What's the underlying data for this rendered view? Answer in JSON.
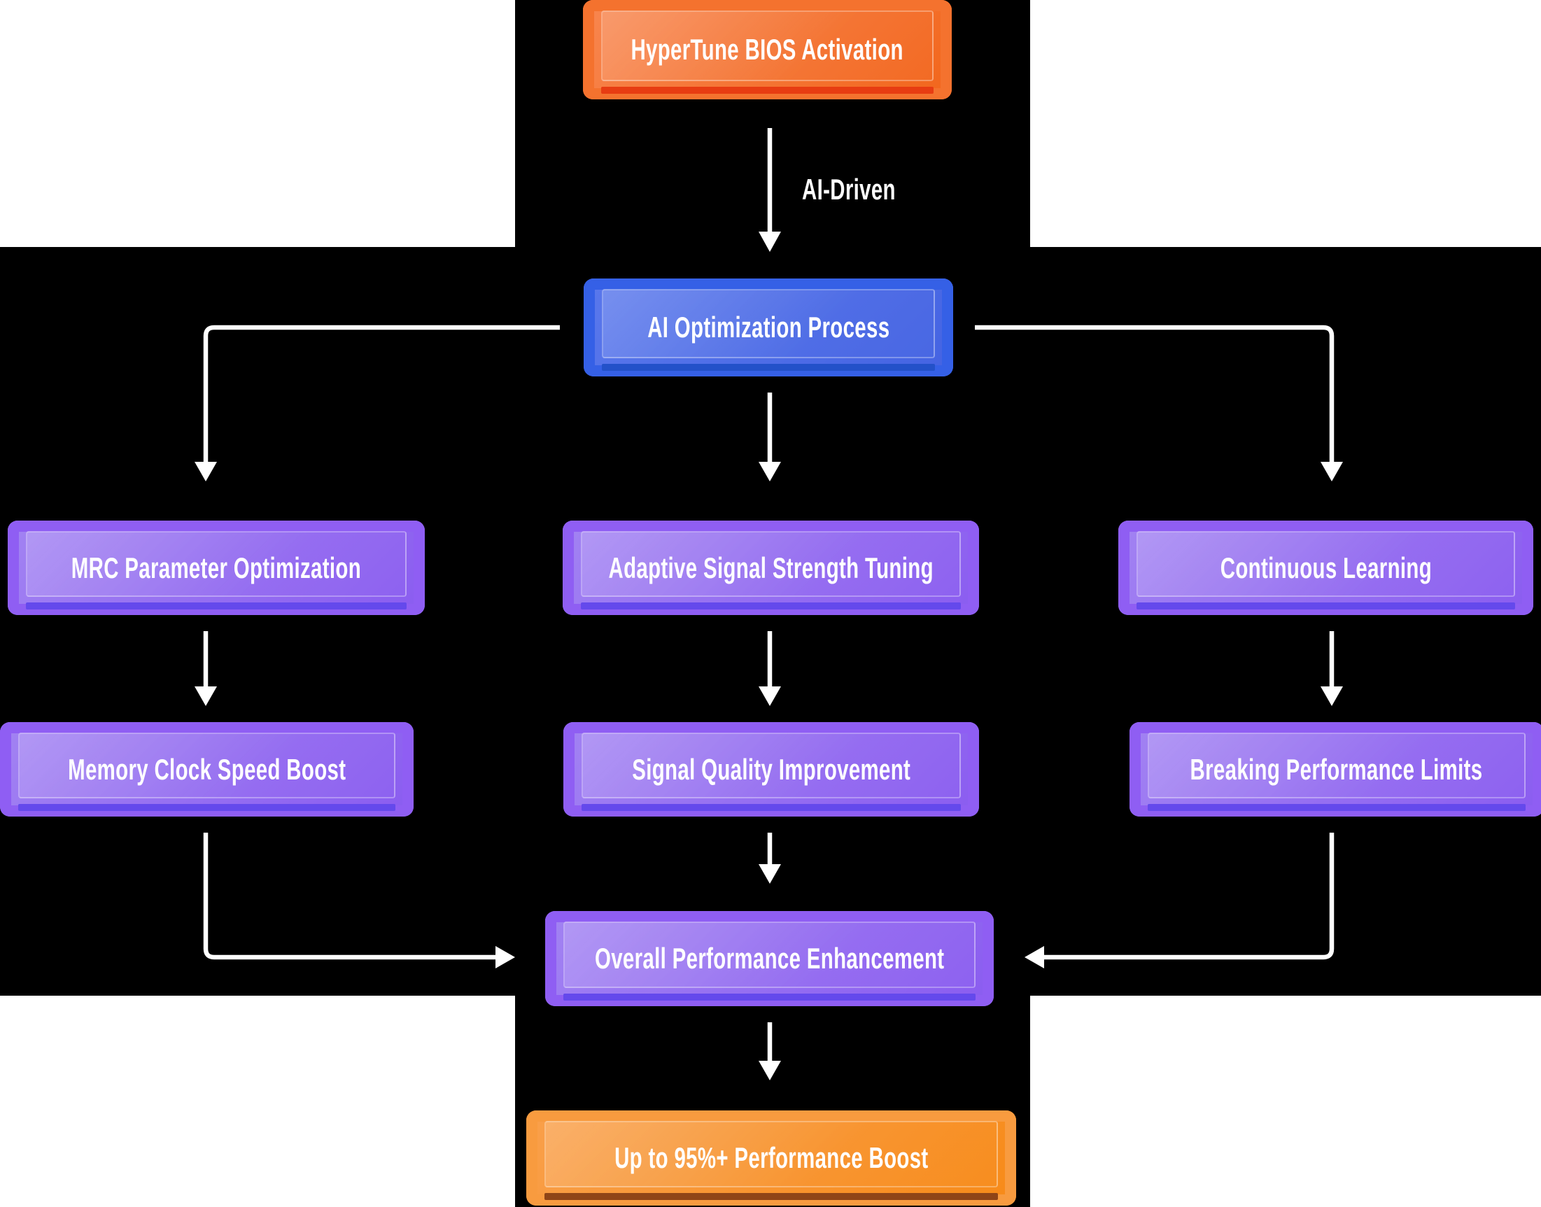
{
  "diagram": {
    "type": "flowchart",
    "nodes": [
      {
        "id": "hypertune-bios-activation",
        "label": "HyperTune BIOS Activation",
        "color_type": "orange"
      },
      {
        "id": "ai-optimization-process",
        "label": "AI Optimization Process",
        "color_type": "blue"
      },
      {
        "id": "mrc-parameter-optimization",
        "label": "MRC Parameter Optimization",
        "color_type": "purple"
      },
      {
        "id": "adaptive-signal-strength-tuning",
        "label": "Adaptive Signal Strength Tuning",
        "color_type": "purple"
      },
      {
        "id": "continuous-learning",
        "label": "Continuous Learning",
        "color_type": "purple"
      },
      {
        "id": "memory-clock-speed-boost",
        "label": "Memory Clock Speed Boost",
        "color_type": "purple"
      },
      {
        "id": "signal-quality-improvement",
        "label": "Signal Quality Improvement",
        "color_type": "purple"
      },
      {
        "id": "breaking-performance-limits",
        "label": "Breaking Performance Limits",
        "color_type": "purple"
      },
      {
        "id": "overall-performance-enhancement",
        "label": "Overall Performance Enhancement",
        "color_type": "purple"
      },
      {
        "id": "up-to-95-performance-boost",
        "label": "Up to 95%+ Performance Boost",
        "color_type": "gold"
      }
    ],
    "edges": [
      {
        "from": "hypertune-bios-activation",
        "to": "ai-optimization-process",
        "label": "AI-Driven"
      },
      {
        "from": "ai-optimization-process",
        "to": "mrc-parameter-optimization",
        "label": ""
      },
      {
        "from": "ai-optimization-process",
        "to": "adaptive-signal-strength-tuning",
        "label": ""
      },
      {
        "from": "ai-optimization-process",
        "to": "continuous-learning",
        "label": ""
      },
      {
        "from": "mrc-parameter-optimization",
        "to": "memory-clock-speed-boost",
        "label": ""
      },
      {
        "from": "adaptive-signal-strength-tuning",
        "to": "signal-quality-improvement",
        "label": ""
      },
      {
        "from": "continuous-learning",
        "to": "breaking-performance-limits",
        "label": ""
      },
      {
        "from": "memory-clock-speed-boost",
        "to": "overall-performance-enhancement",
        "label": ""
      },
      {
        "from": "signal-quality-improvement",
        "to": "overall-performance-enhancement",
        "label": ""
      },
      {
        "from": "breaking-performance-limits",
        "to": "overall-performance-enhancement",
        "label": ""
      },
      {
        "from": "overall-performance-enhancement",
        "to": "up-to-95-performance-boost",
        "label": ""
      }
    ],
    "colors": {
      "canvas_background": "#ffffff",
      "panel_background": "#000000",
      "connector": "#ffffff",
      "text": "#ffffff",
      "orange": {
        "border": "#f4722e",
        "fill_light": "#f8864f",
        "fill_dark": "#f2661c",
        "accent_bar": "#e73c12"
      },
      "blue": {
        "border": "#3560e6",
        "fill_light": "#5a78ec",
        "fill_dark": "#4463e2",
        "accent_bar": "#2351c9"
      },
      "purple": {
        "border": "#8f5ef3",
        "fill_light": "#a283f2",
        "fill_dark": "#8a5cf0",
        "accent_bar": "#6449ec"
      },
      "gold": {
        "border": "#f89b3f",
        "fill_light": "#f9a04b",
        "fill_dark": "#f78a18",
        "accent_bar": "#8f4517"
      }
    }
  }
}
